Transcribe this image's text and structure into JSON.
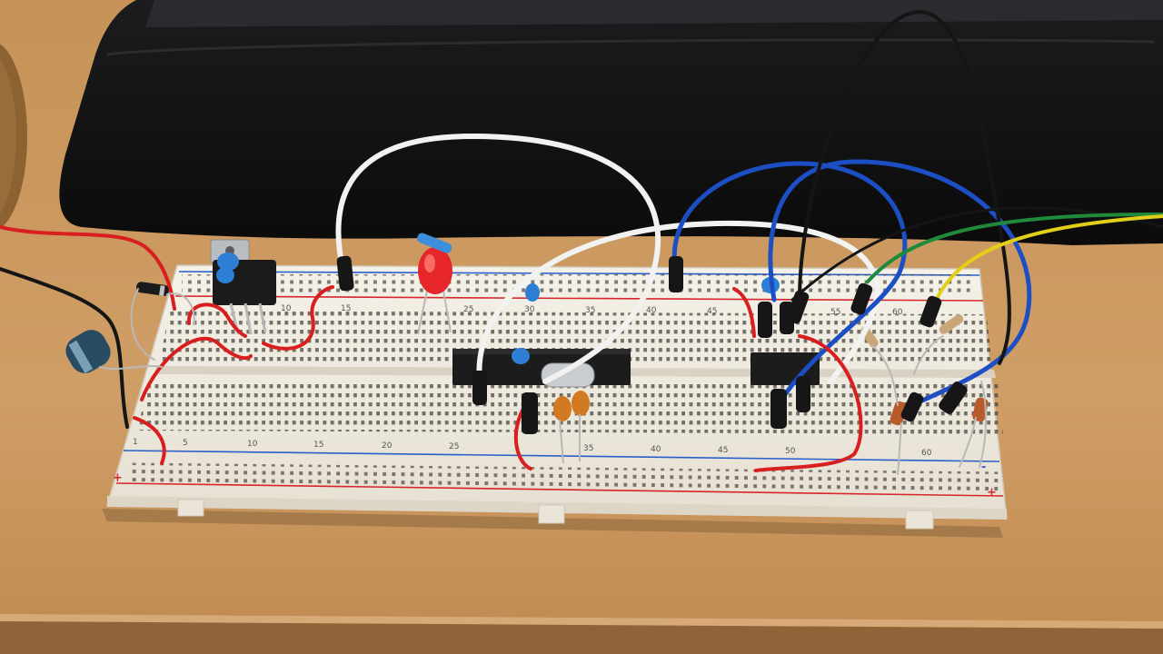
{
  "breadboard": {
    "top_row_numbers": [
      "10",
      "15",
      "25",
      "30",
      "35",
      "40",
      "45",
      "55",
      "60"
    ],
    "bottom_row_numbers": [
      "1",
      "5",
      "10",
      "15",
      "20",
      "25",
      "35",
      "40",
      "45",
      "50",
      "60"
    ],
    "plus_sign": "+",
    "minus_sign": "-"
  },
  "colors": {
    "desk": "#c8955c",
    "board": "#f1ede2",
    "rail_red": "#d7262b",
    "rail_blue": "#2a5fc9",
    "wire_red": "#d81e1e",
    "wire_blue": "#1d4fc4",
    "wire_white": "#f2f2f0",
    "wire_black": "#151515",
    "wire_yellow": "#e3cf17",
    "wire_green": "#1e8a3a"
  }
}
